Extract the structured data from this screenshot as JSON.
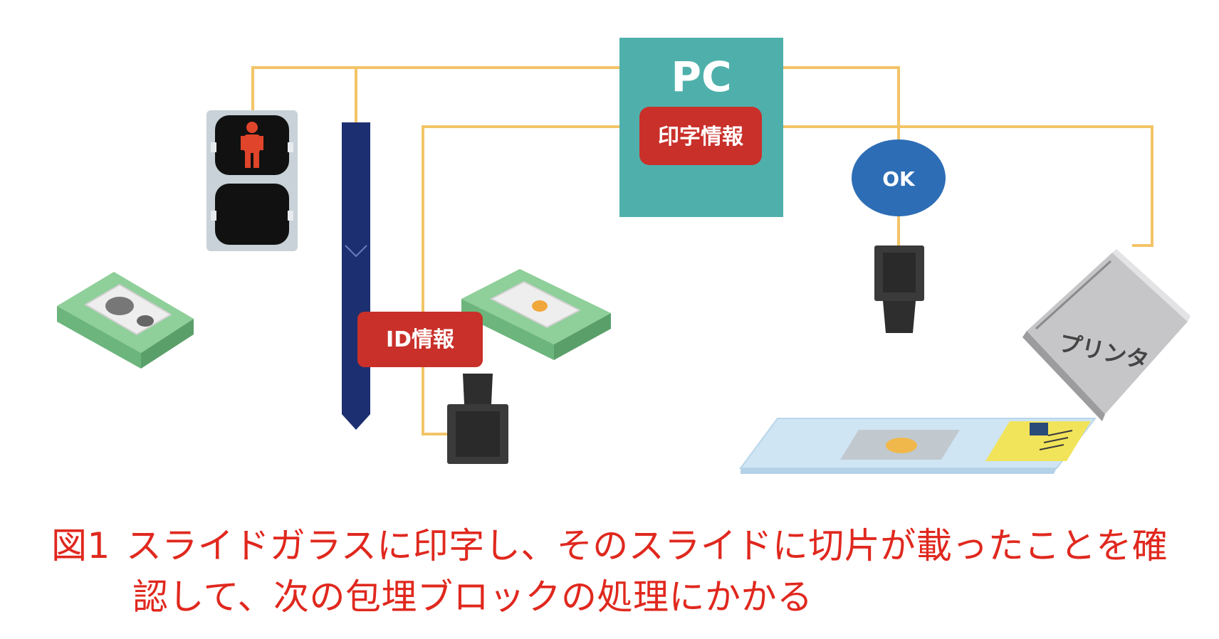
{
  "diagram": {
    "pc_label": "PC",
    "print_info_label": "印字情報",
    "ok_label": "OK",
    "id_info_label": "ID情報",
    "printer_label": "プリンタ"
  },
  "caption": {
    "prefix": "図1",
    "line1": "スライドガラスに印字し、そのスライドに切片が載ったことを確",
    "line2": "認して、次の包埋ブロックの処理にかかる"
  },
  "colors": {
    "wire": "#f3c467",
    "pc_box": "#4fb0ab",
    "label_red": "#c9302a",
    "ok_blue": "#2d6db5",
    "pole_navy": "#1c2f70",
    "cassette_green": "#8fcf9a",
    "slide_blue": "#cfe5f3",
    "slide_yellow": "#f2e45a",
    "caption_red": "#e0281e"
  }
}
